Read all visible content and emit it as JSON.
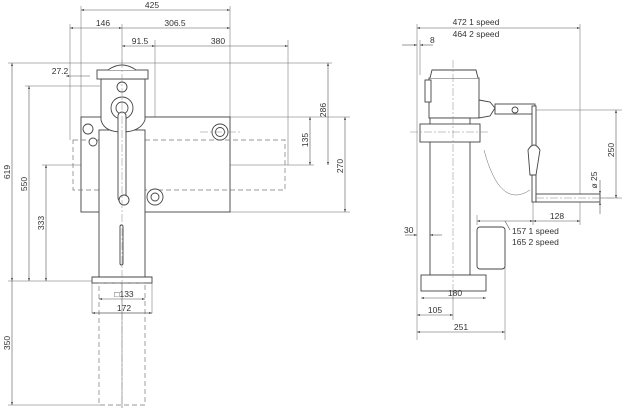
{
  "front_view": {
    "dimensions": {
      "overall_width": "425",
      "left_offset": "146",
      "right_offset": "306.5",
      "crank_offset": "91.5",
      "crank_reach": "380",
      "flange": "27.2",
      "total_height": "619",
      "height_550": "550",
      "height_333": "333",
      "stroke": "350",
      "height_286": "286",
      "height_135": "135",
      "height_270": "270",
      "tube_square": "□133",
      "foot_width": "172"
    }
  },
  "side_view": {
    "dimensions": {
      "width_1_speed": "472 1 speed",
      "width_2_speed": "464 2 speed",
      "offset_8": "8",
      "crank_radius": "250",
      "handle_diameter": "ø 25",
      "handle_length": "128",
      "gear_1_speed": "157 1 speed",
      "gear_2_speed": "165 2 speed",
      "offset_30": "30",
      "foot_180": "180",
      "center_105": "105",
      "depth_251": "251"
    }
  }
}
